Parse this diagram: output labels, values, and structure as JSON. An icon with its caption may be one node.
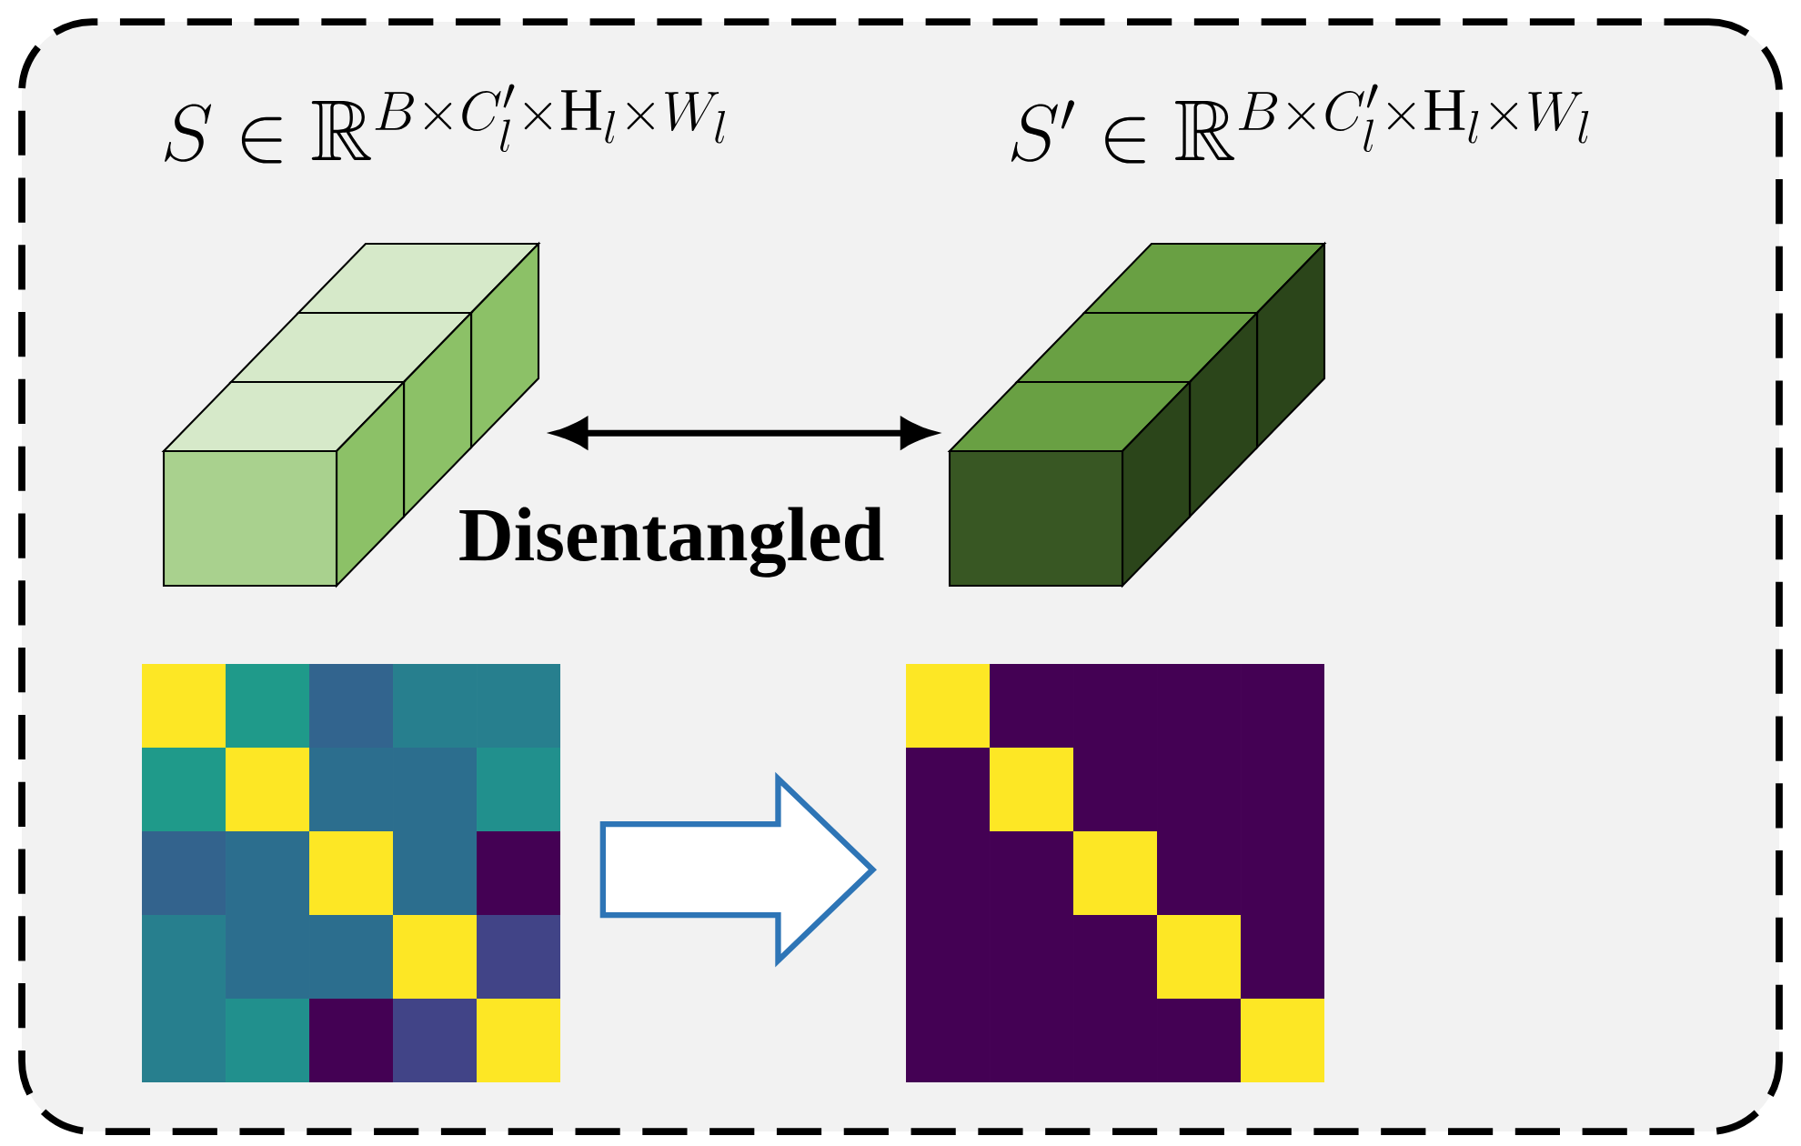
{
  "diagram": {
    "nodes": [
      {
        "text": [],
        "shape": "box"
      },
      {
        "text": [],
        "shape": "box",
        "in": 0,
        "beside": [
          "S \\in \\mathbb{R}^{B\\times C_l'\\times \\mathrm{H}_l\\times W_l}"
        ]
      },
      {
        "text": [],
        "shape": "box",
        "in": 0,
        "beside": [
          "S' \\in \\mathbb{R}^{B\\times C_l'\\times \\mathrm{H}_l\\times W_l}"
        ]
      },
      {
        "text": [],
        "shape": "picture",
        "in": 0
      },
      {
        "text": [],
        "shape": "picture",
        "in": 0
      }
    ],
    "edges": [
      {
        "from": 1,
        "to": 2,
        "arrow": "both",
        "label": "Disentangled"
      },
      {
        "from": 3,
        "to": 4,
        "arrow": "to",
        "color": "#2e75b6"
      }
    ]
  }
}
